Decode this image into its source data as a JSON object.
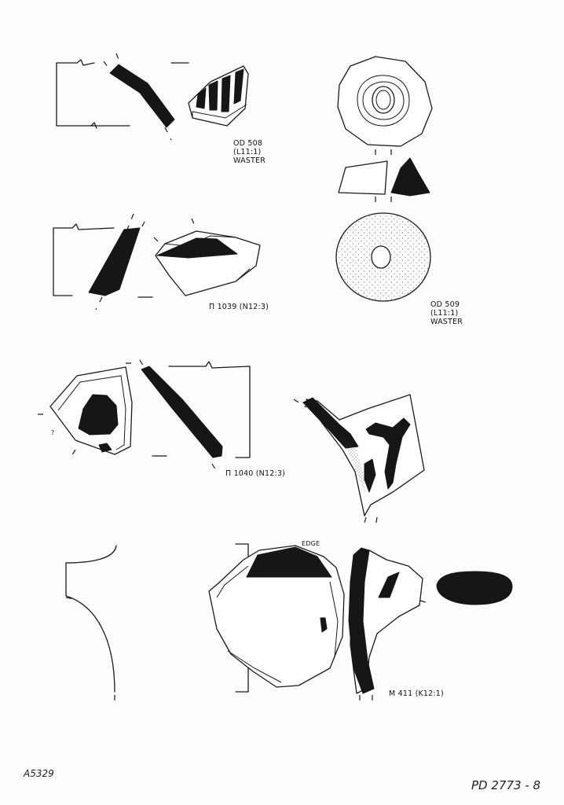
{
  "labels": {
    "od508": [
      "OD 508",
      "(L11:1)",
      "WASTER"
    ],
    "od509": [
      "OD 509",
      "(L11:1)",
      "WASTER"
    ],
    "p1039": "Π 1039  (N12:3)",
    "p1040": "Π 1040  (N12:3)",
    "m411": "M 411  (K12:1)",
    "edge": "EDGE",
    "question": "?"
  },
  "corner": {
    "left": "A5329",
    "right": "PD 2773 - 8"
  }
}
